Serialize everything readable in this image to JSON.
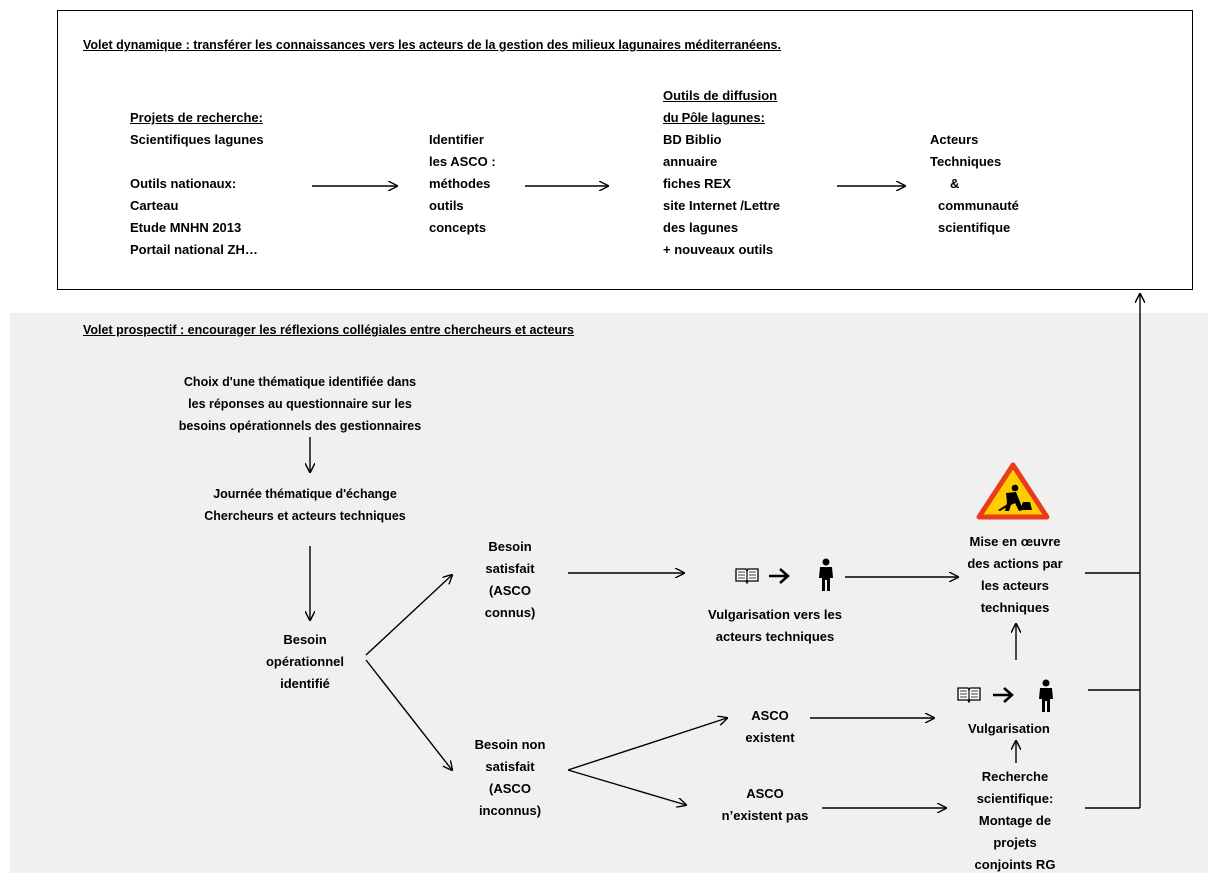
{
  "dynamic": {
    "title": "Volet dynamique :  transférer les connaissances vers les acteurs de la gestion  des milieux lagunaires méditerranéens.",
    "col1": {
      "header": "Projets de recherche:",
      "l1": "Scientifiques lagunes",
      "l2": "Outils nationaux:",
      "l3": "Carteau",
      "l4": "Etude MNHN 2013",
      "l5": "Portail national ZH…"
    },
    "col2": {
      "l1": "Identifier",
      "l2": "les ASCO :",
      "l3": "méthodes",
      "l4": "outils",
      "l5": "concepts"
    },
    "col3": {
      "header1": "Outils de diffusion",
      "header2_bold": "du Pôle",
      "header2_rest": " lagunes:",
      "l1": "BD Biblio",
      "l2": "annuaire",
      "l3": "fiches REX",
      "l4": "site Internet /Lettre",
      "l5": "des lagunes",
      "l6": "+ nouveaux outils"
    },
    "col4": {
      "l1": "Acteurs",
      "l2": "Techniques",
      "l3": "&",
      "l4": "communauté",
      "l5": "scientifique"
    }
  },
  "prospective": {
    "title": "Volet prospectif : encourager les réflexions collégiales entre chercheurs et acteurs",
    "choix": [
      "Choix d'une thématique identifiée dans",
      "les réponses au questionnaire sur les",
      "besoins opérationnels des gestionnaires"
    ],
    "journee": [
      "Journée thématique d'échange",
      "Chercheurs et acteurs techniques"
    ],
    "besoin_ident": [
      "Besoin",
      "opérationnel",
      "identifié"
    ],
    "satisfait": [
      "Besoin",
      "satisfait",
      "(ASCO",
      "connus)"
    ],
    "non_satisfait": [
      "Besoin non",
      "satisfait",
      "(ASCO",
      "inconnus)"
    ],
    "vulg_acteurs": [
      "Vulgarisation vers les",
      "acteurs techniques"
    ],
    "asco_existent": [
      "ASCO",
      "existent"
    ],
    "asco_nexistent": [
      "ASCO",
      "n’existent pas"
    ],
    "mise_en_oeuvre": [
      "Mise en œuvre",
      "des actions par",
      "les acteurs",
      "techniques"
    ],
    "vulgarisation": "Vulgarisation",
    "recherche": [
      "Recherche",
      "scientifique:",
      "Montage de",
      "projets",
      "conjoints RG"
    ]
  },
  "icons": {
    "book": "open-book-icon",
    "person": "person-icon",
    "warning": "roadworks-warning-icon",
    "warning_colors": {
      "fill": "#ffcc00",
      "border": "#e83d1a",
      "figure": "#000000"
    }
  }
}
